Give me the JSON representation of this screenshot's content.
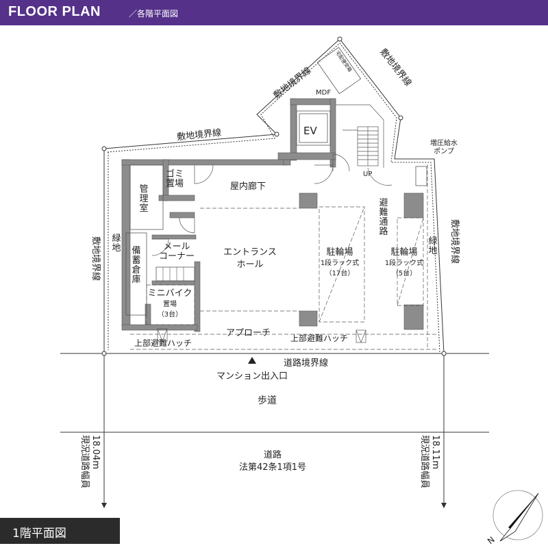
{
  "header": {
    "title": "FLOOR PLAN",
    "subtitle": "／各階平面図"
  },
  "footer": {
    "label": "1階平面図"
  },
  "labels": {
    "site_boundary": "敷地境界線",
    "road_boundary": "道路境界線",
    "mdf": "MDF",
    "mailbox_note": "宅配便受箱",
    "ev": "EV",
    "up": "UP",
    "booster_pump": "増圧給水\nポンプ",
    "garbage": "ゴミ\n置場",
    "corridor": "屋内廊下",
    "management": "管\n理\n室",
    "evacuation_route": "避\n難\n通\n路",
    "green_area": "緑\n地",
    "mail_corner": "メール\nコーナー",
    "storage": "備\n蓄\n倉\n庫",
    "entrance_hall": "エントランス\nホール",
    "bicycle_parking_a": "駐輪場\n1段ラック式\n（17台）",
    "bicycle_parking_b": "駐輪場\n1段ラック式\n（5台）",
    "minibike": "ミニバイク\n置場\n（3台）",
    "approach": "アプローチ",
    "upper_hatch": "上部避難ハッチ",
    "entrance_mark": "マンション出入口",
    "sidewalk": "歩道",
    "road": "道路\n法第42条1項1号",
    "road_width_left": "現況道路幅員\n18.04m",
    "road_width_right": "現況道路幅員\n18.11m",
    "north": "N"
  },
  "colors": {
    "header_bg": "#55318a",
    "wall": "#8c8c8c",
    "footer_bg": "#2b2b2b"
  }
}
